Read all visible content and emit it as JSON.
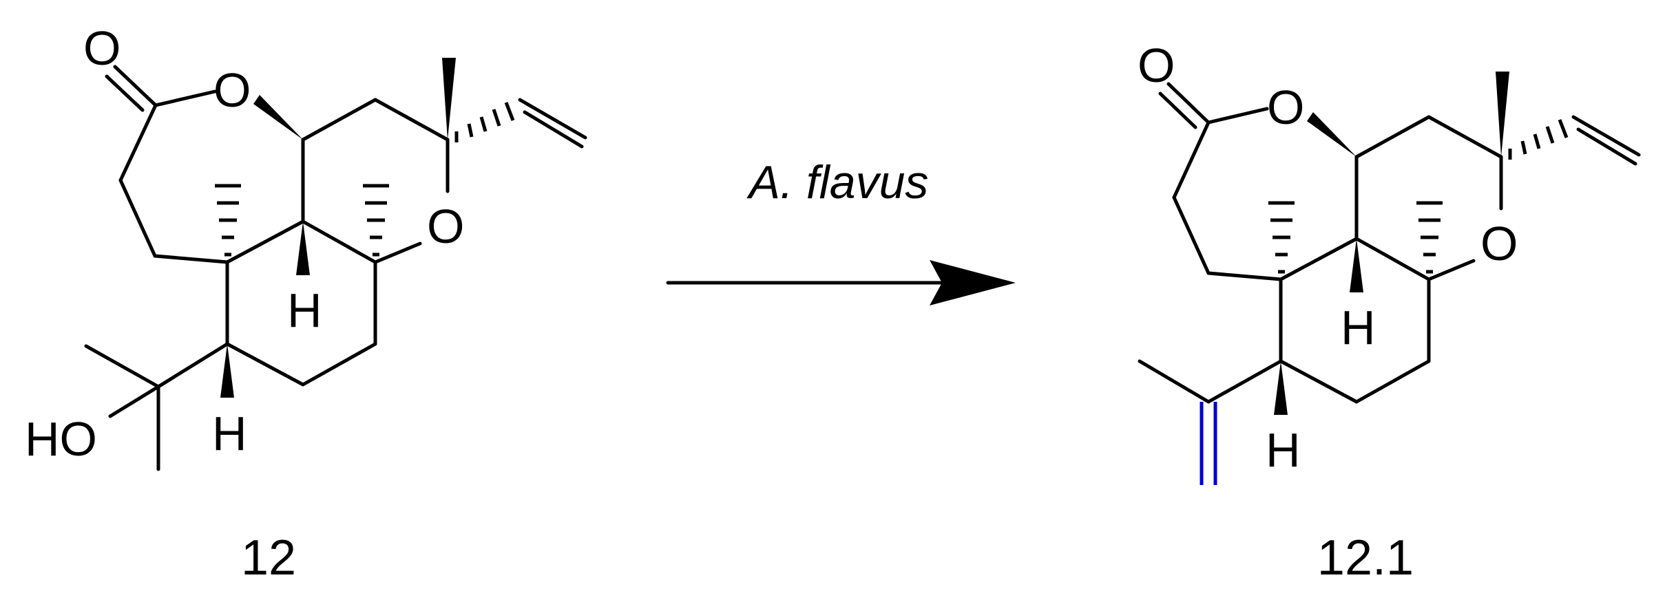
{
  "reaction": {
    "reagent": "A. flavus"
  },
  "starting_material": {
    "label": "12",
    "atom_labels": {
      "carbonyl_o": "O",
      "ring_o": "O",
      "ether_o": "O",
      "h_top": "H",
      "h_bottom": "H",
      "hydroxyl": "HO"
    }
  },
  "product": {
    "label": "12.1",
    "atom_labels": {
      "carbonyl_o": "O",
      "ring_o": "O",
      "ether_o": "O",
      "h_top": "H",
      "h_bottom": "H"
    },
    "highlight_color": "#0000cc"
  }
}
